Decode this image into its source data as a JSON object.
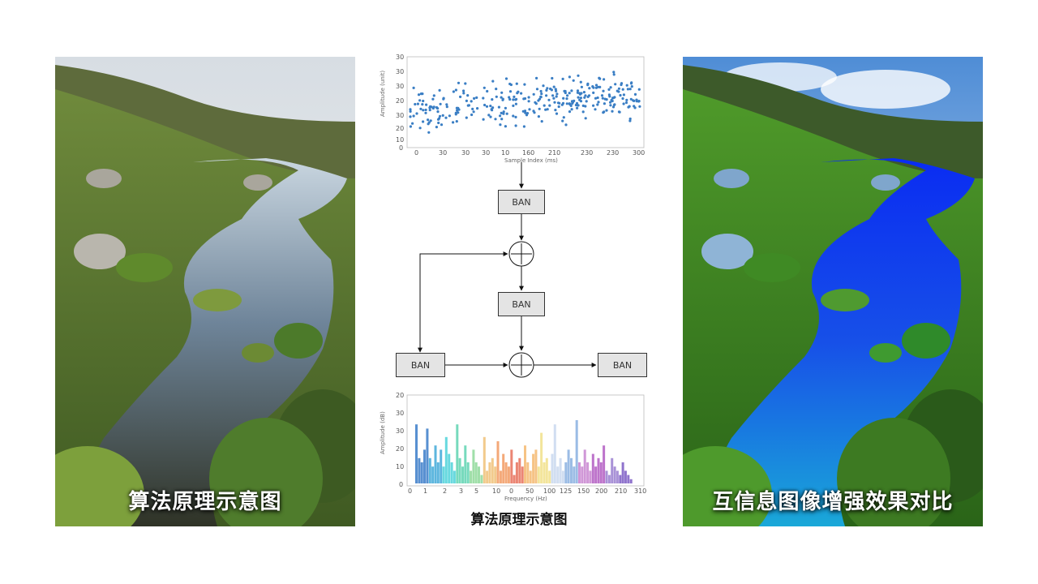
{
  "left_panel": {
    "caption": "算法原理示意图"
  },
  "right_panel": {
    "caption": "互信息图像增强效果对比"
  },
  "diagram": {
    "caption": "算法原理示意图",
    "box_labels": {
      "top": "BAN",
      "middle": "BAN",
      "left": "BAN",
      "right": "BAN"
    },
    "scatter": {
      "y_ticks": [
        "30",
        "30",
        "30",
        "20",
        "30",
        "20",
        "10",
        "0"
      ],
      "x_ticks": [
        "0",
        "30",
        "30",
        "30",
        "10",
        "160",
        "210",
        "230",
        "230",
        "300"
      ],
      "ylabel": "Amplitude (unit)",
      "xlabel": "Sample Index (ms)"
    },
    "histogram": {
      "y_ticks": [
        "20",
        "30",
        "30",
        "20",
        "10",
        "0"
      ],
      "x_ticks": [
        "0",
        "1",
        "2",
        "3",
        "5",
        "10",
        "0",
        "50",
        "100",
        "125",
        "150",
        "200",
        "210",
        "310"
      ],
      "ylabel": "Amplitude (dB)",
      "xlabel": "Frequency (Hz)"
    }
  },
  "chart_data": [
    {
      "type": "scatter",
      "title": "",
      "xlabel": "Sample Index (ms)",
      "ylabel": "Amplitude (unit)",
      "xlim": [
        0,
        300
      ],
      "ylim": [
        0,
        30
      ],
      "color": "#3a7ec4",
      "note_trend": "values cluster around 13-18, slightly rising toward the right",
      "points_count_approx": 320
    },
    {
      "type": "bar",
      "title": "",
      "xlabel": "Frequency (Hz)",
      "ylabel": "Amplitude (dB)",
      "ylim": [
        0,
        20
      ],
      "values": [
        14,
        6,
        5,
        8,
        13,
        6,
        4,
        9,
        5,
        8,
        4,
        11,
        7,
        5,
        3,
        14,
        6,
        4,
        9,
        5,
        3,
        8,
        5,
        4,
        2,
        11,
        3,
        5,
        6,
        4,
        10,
        3,
        7,
        5,
        4,
        8,
        2,
        5,
        6,
        4,
        9,
        5,
        3,
        7,
        8,
        4,
        12,
        5,
        6,
        3,
        7,
        14,
        4,
        6,
        3,
        5,
        8,
        6,
        4,
        15,
        5,
        4,
        8,
        5,
        3,
        7,
        4,
        6,
        5,
        9,
        3,
        2,
        6,
        4,
        3,
        2,
        5,
        3,
        2,
        1
      ],
      "colors": [
        "#3b7cc9",
        "#41a9d8",
        "#4ed2d9",
        "#5fd3b2",
        "#8fd99a",
        "#f0c178",
        "#f29a62",
        "#e8705a",
        "#f4b870",
        "#f1e18a",
        "#c9d8ee",
        "#8ab0e0",
        "#c885d0",
        "#b15cc2",
        "#9a7fd0",
        "#7c5cc4"
      ]
    }
  ]
}
